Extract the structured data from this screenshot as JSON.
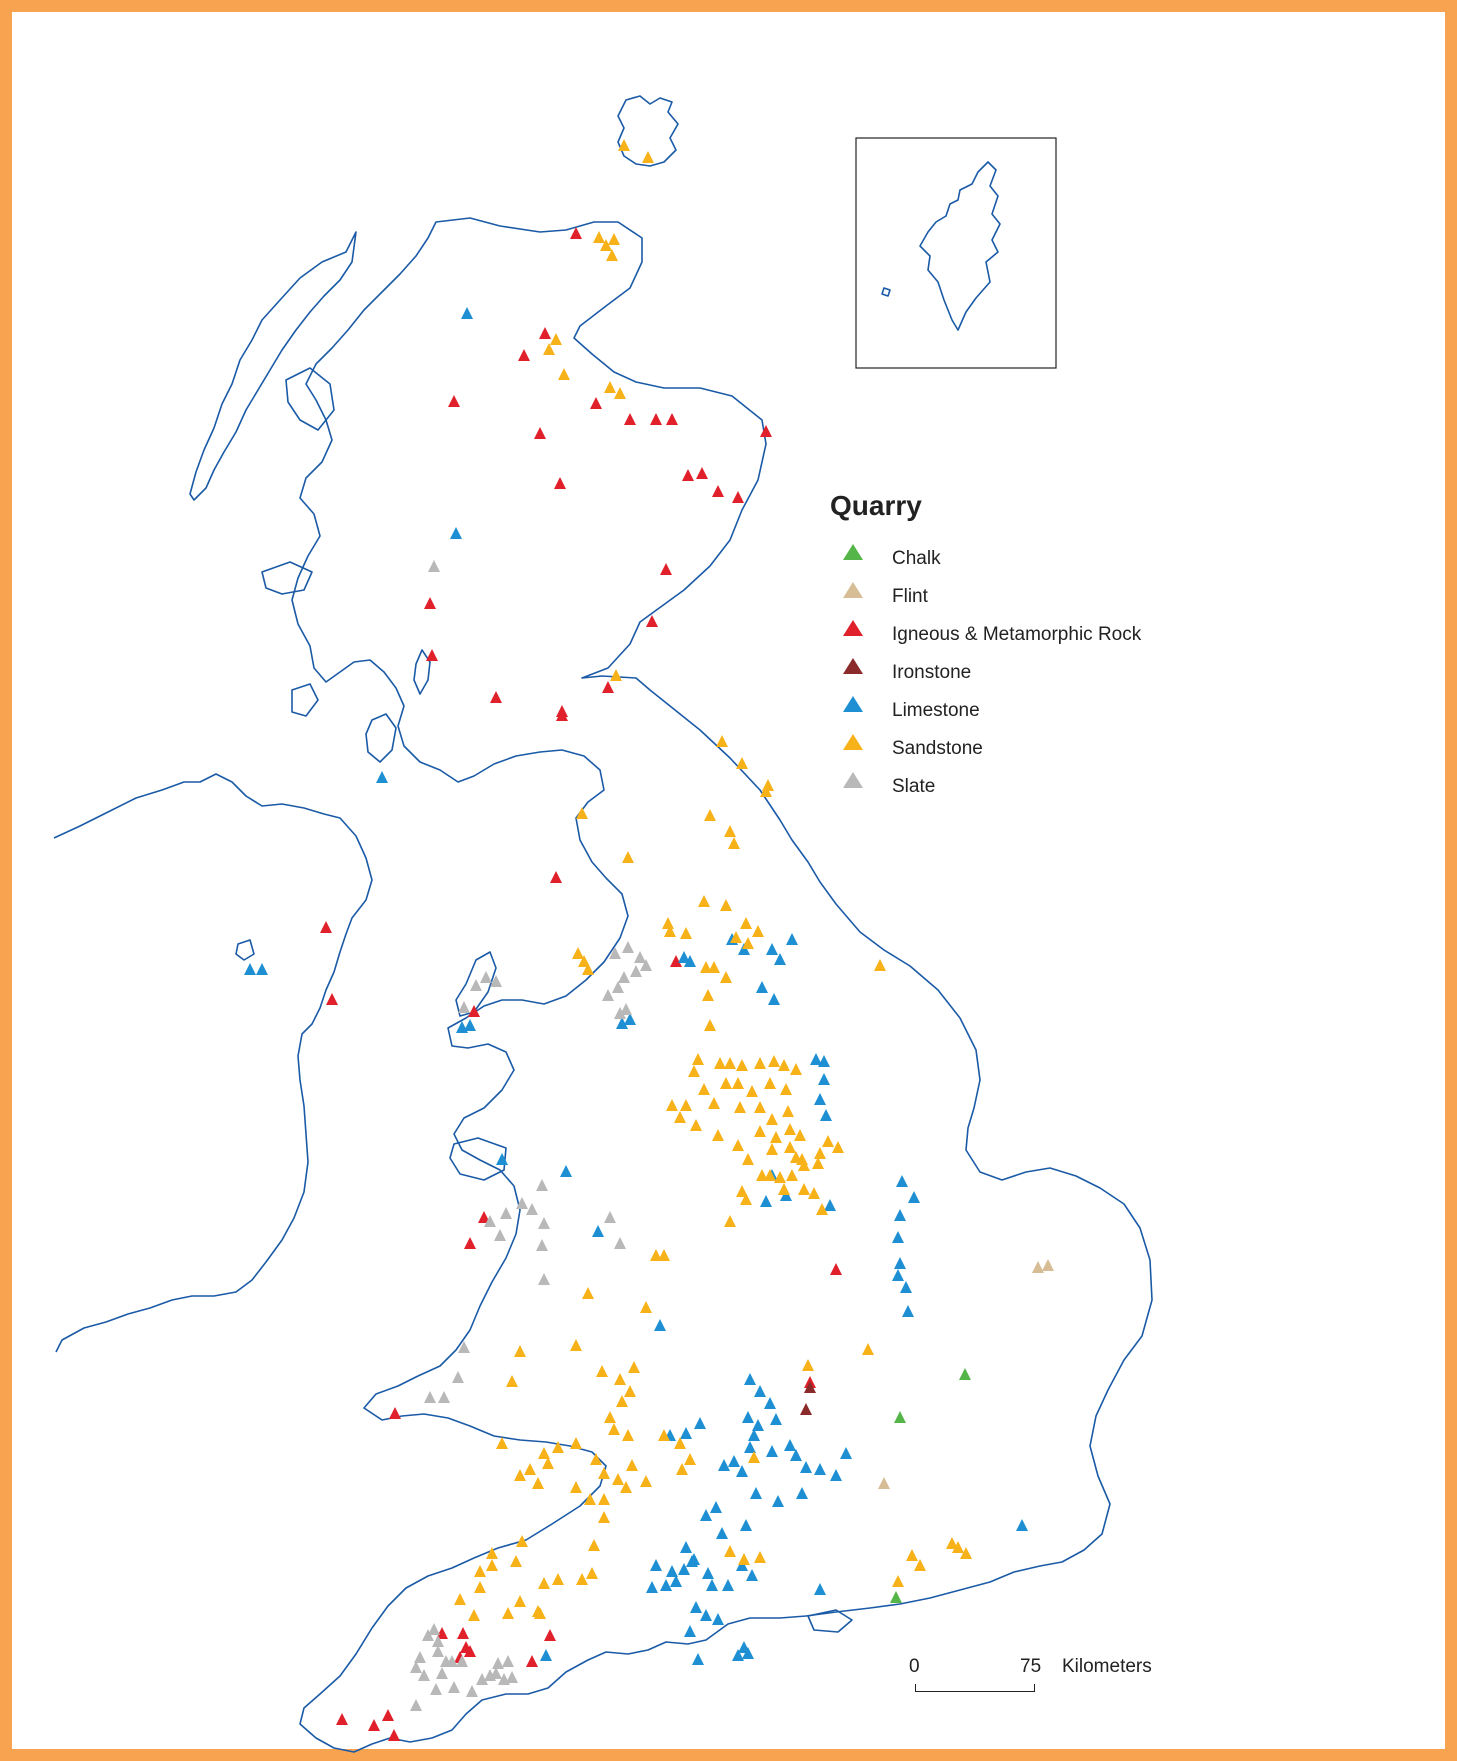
{
  "legend": {
    "title": "Quarry",
    "items": [
      {
        "label": "Chalk",
        "color": "#55b548"
      },
      {
        "label": "Flint",
        "color": "#d7bd96"
      },
      {
        "label": "Igneous & Metamorphic Rock",
        "color": "#e0202a"
      },
      {
        "label": "Ironstone",
        "color": "#8a2a2a"
      },
      {
        "label": "Limestone",
        "color": "#1e8fd2"
      },
      {
        "label": "Sandstone",
        "color": "#f7b21a"
      },
      {
        "label": "Slate",
        "color": "#b8b8b8"
      }
    ]
  },
  "scalebar": {
    "min_label": "0",
    "max_label": "75",
    "unit": "Kilometers"
  },
  "colors": {
    "frame": "#f7a350",
    "coastline": "#1a5aa6"
  }
}
